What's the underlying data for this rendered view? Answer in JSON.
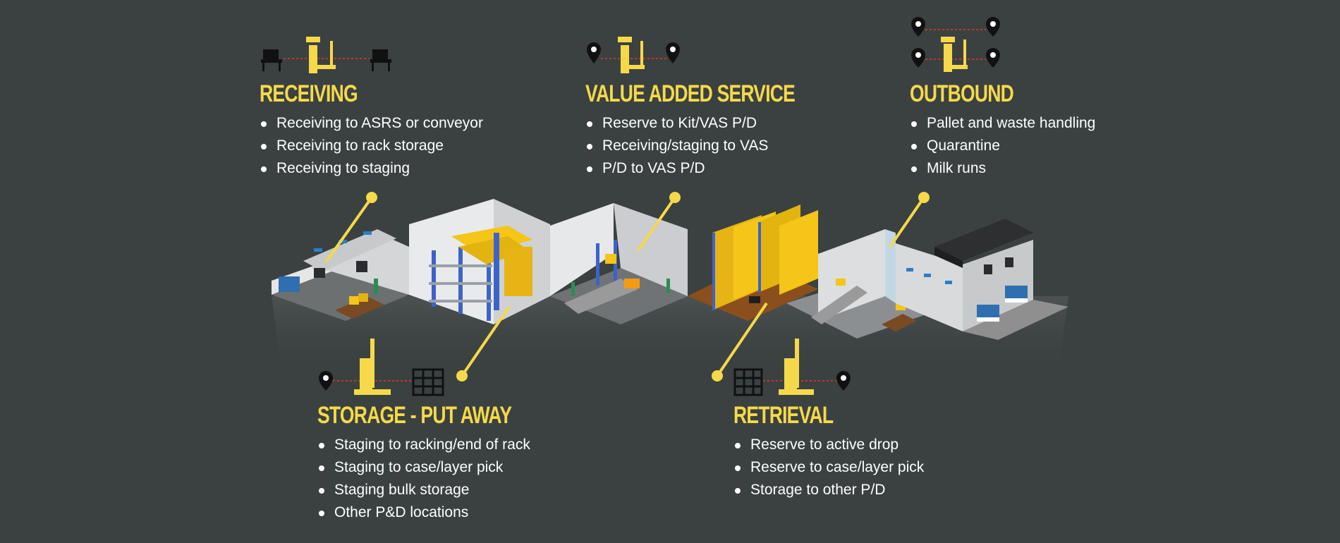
{
  "colors": {
    "background": "#3b4141",
    "accent": "#f5d94a",
    "text": "#ffffff",
    "connector": "#c0392b"
  },
  "sections": {
    "receiving": {
      "title": "RECEIVING",
      "icons": [
        "conveyor-icon",
        "forklift-icon",
        "conveyor-icon"
      ],
      "items": [
        "Receiving to ASRS or conveyor",
        "Receiving to rack storage",
        "Receiving to staging"
      ]
    },
    "vas": {
      "title": "VALUE ADDED SERVICE",
      "icons": [
        "location-pin-icon",
        "forklift-icon",
        "location-pin-icon"
      ],
      "items": [
        "Reserve to Kit/VAS P/D",
        "Receiving/staging to VAS",
        "P/D to VAS P/D"
      ]
    },
    "outbound": {
      "title": "OUTBOUND",
      "icons": [
        "location-pin-icon",
        "forklift-icon",
        "location-pin-icon"
      ],
      "items": [
        "Pallet and waste handling",
        "Quarantine",
        "Milk runs"
      ]
    },
    "storage": {
      "title": "STORAGE - PUT AWAY",
      "icons": [
        "location-pin-icon",
        "reach-truck-icon",
        "pallet-rack-icon"
      ],
      "items": [
        "Staging to racking/end of rack",
        "Staging to case/layer pick",
        "Staging bulk storage",
        "Other P&D locations"
      ]
    },
    "retrieval": {
      "title": "RETRIEVAL",
      "icons": [
        "pallet-rack-icon",
        "reach-truck-icon",
        "location-pin-icon"
      ],
      "items": [
        "Reserve to active drop",
        "Reserve to case/layer pick",
        "Storage to other P/D"
      ]
    }
  }
}
